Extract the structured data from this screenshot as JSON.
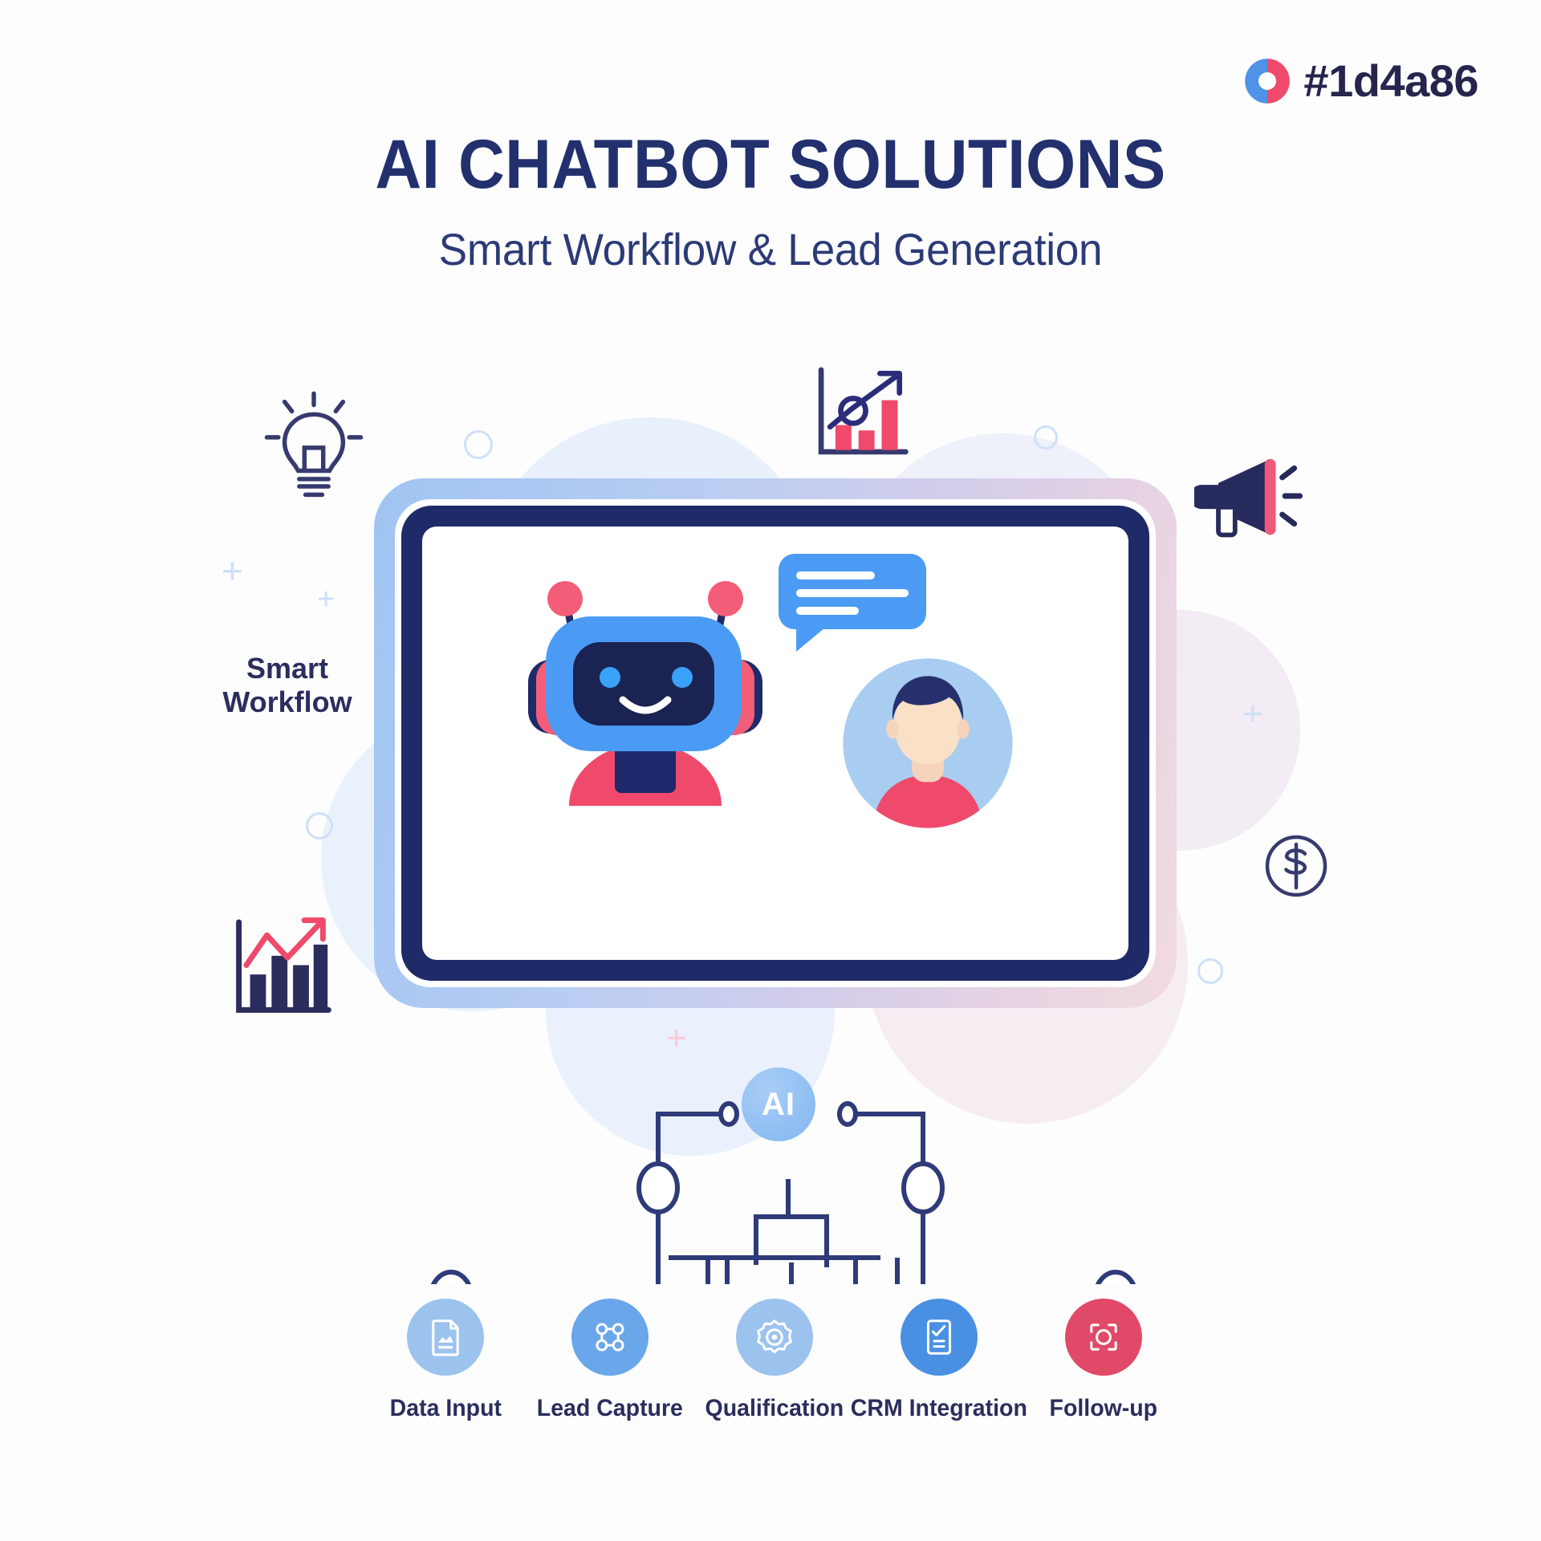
{
  "brand": {
    "logo_icon": "donut-logo-icon",
    "tag": "#1d4a86",
    "colors": {
      "blue": "#4f93e8",
      "pink": "#ef4a6b"
    }
  },
  "header": {
    "title": "AI CHATBOT SOLUTIONS",
    "subtitle": "Smart Workflow & Lead Generation",
    "title_color": "#22306e"
  },
  "side_label": {
    "line1": "Smart",
    "line2": "Workflow"
  },
  "device": {
    "frame_color": "#1f2a69",
    "screen_color": "#ffffff",
    "bezel_gradient_start": "#9fc4f2",
    "bezel_gradient_end": "#f1dbe0",
    "robot_icon": "chatbot-robot-icon",
    "bubble_icon": "chat-bubble-icon",
    "avatar_icon": "user-avatar-icon"
  },
  "decorations": {
    "icons": [
      {
        "name": "lightbulb-icon",
        "color": "#373a6e"
      },
      {
        "name": "growth-chart-icon",
        "colors": [
          "#ef4a6b",
          "#373a6e"
        ]
      },
      {
        "name": "megaphone-icon",
        "colors": [
          "#262a5c",
          "#ef5a7a"
        ]
      },
      {
        "name": "bar-chart-icon",
        "colors": [
          "#2b2d5c",
          "#ef4a6b"
        ]
      },
      {
        "name": "dollar-coin-icon",
        "color": "#373a6e"
      }
    ],
    "ring_color": "#cfe0f7",
    "plus_color": "#cde0f8",
    "plus_accent_color": "#f8ccd6",
    "plus_glyph": "+"
  },
  "workflow": {
    "hub_label": "AI",
    "line_color": "#2f3a79",
    "steps": [
      {
        "label": "Data Input",
        "icon": "document-image-icon",
        "bg": "#9cc3ee"
      },
      {
        "label": "Lead Capture",
        "icon": "network-nodes-icon",
        "bg": "#6aa6ea"
      },
      {
        "label": "Qualification",
        "icon": "gear-settings-icon",
        "bg": "#9cc3ee"
      },
      {
        "label": "CRM Integration",
        "icon": "checklist-icon",
        "bg": "#4a90e2"
      },
      {
        "label": "Follow-up",
        "icon": "target-scan-icon",
        "bg": "#e04a68"
      }
    ]
  }
}
